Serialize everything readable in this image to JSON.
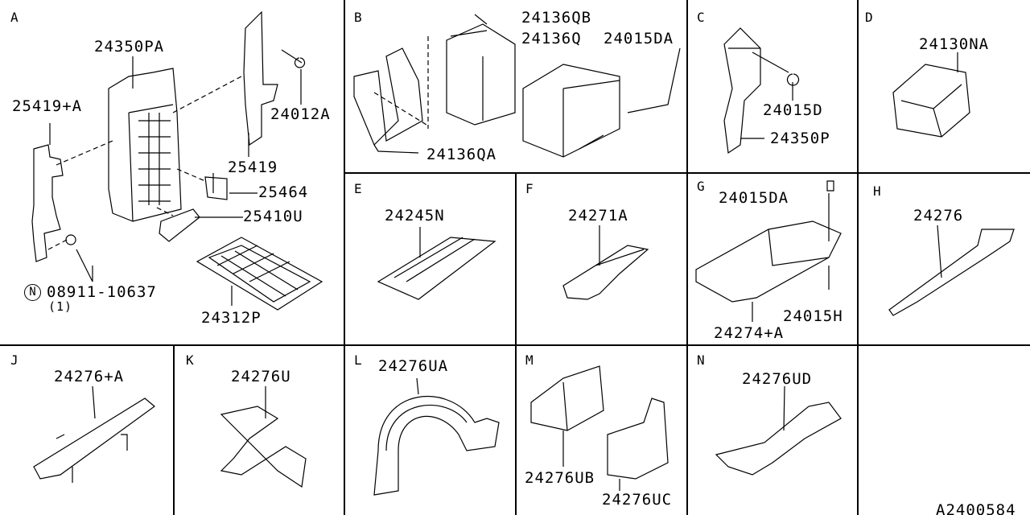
{
  "diagram_id": "A2400584",
  "sections": {
    "A": {
      "letter": "A",
      "parts": [
        "24350PA",
        "25419+A",
        "24012A",
        "25419",
        "25464",
        "25410U",
        "24312P"
      ],
      "note_symbol": "N",
      "note_part": "08911-10637",
      "note_qty": "(1)"
    },
    "B": {
      "letter": "B",
      "parts": [
        "24136QB",
        "24136Q",
        "24015DA",
        "24136QA"
      ]
    },
    "C": {
      "letter": "C",
      "parts": [
        "24015D",
        "24350P"
      ]
    },
    "D": {
      "letter": "D",
      "parts": [
        "24130NA"
      ]
    },
    "E": {
      "letter": "E",
      "parts": [
        "24245N"
      ]
    },
    "F": {
      "letter": "F",
      "parts": [
        "24271A"
      ]
    },
    "G": {
      "letter": "G",
      "parts": [
        "24015DA",
        "24015H",
        "24274+A"
      ]
    },
    "H": {
      "letter": "H",
      "parts": [
        "24276"
      ]
    },
    "J": {
      "letter": "J",
      "parts": [
        "24276+A"
      ]
    },
    "K": {
      "letter": "K",
      "parts": [
        "24276U"
      ]
    },
    "L": {
      "letter": "L",
      "parts": [
        "24276UA"
      ]
    },
    "M": {
      "letter": "M",
      "parts": [
        "24276UB",
        "24276UC"
      ]
    },
    "N": {
      "letter": "N",
      "parts": [
        "24276UD"
      ]
    }
  }
}
